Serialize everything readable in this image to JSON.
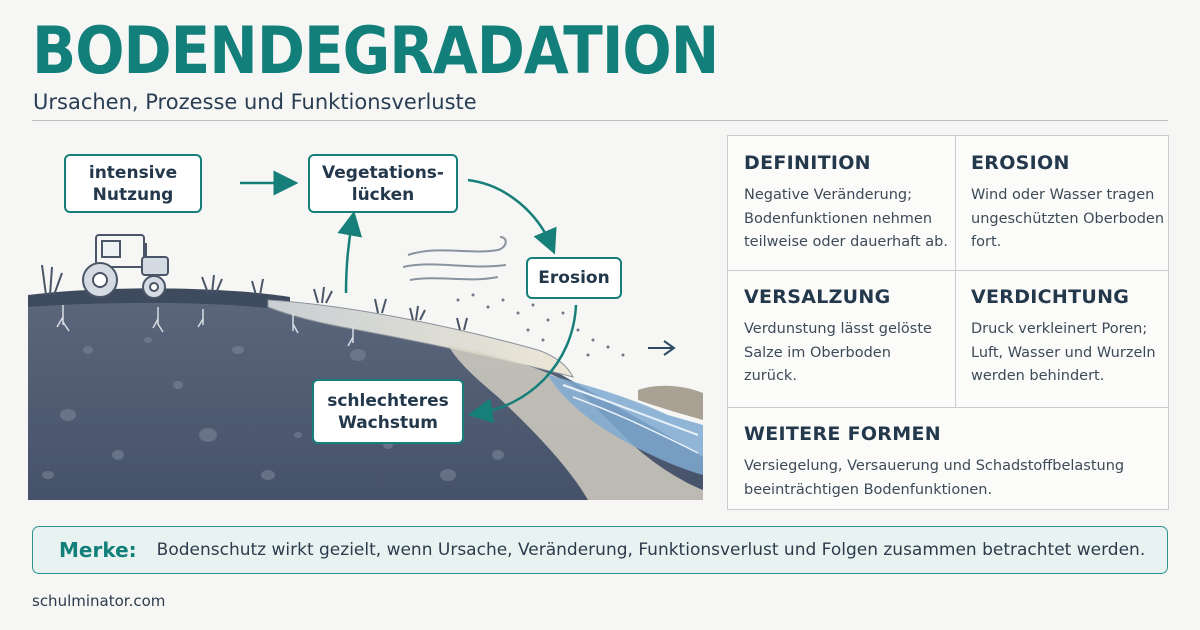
{
  "title": "BODENDEGRADATION",
  "subtitle": "Ursachen, Prozesse und Funktionsverluste",
  "flow": {
    "intensive": [
      "intensive",
      "Nutzung"
    ],
    "vegetation": [
      "Vegetations-",
      "lücken"
    ],
    "erosion": [
      "Erosion"
    ],
    "wachstum": [
      "schlechteres",
      "Wachstum"
    ]
  },
  "cells": {
    "definition": {
      "heading": "DEFINITION",
      "lines": [
        "Negative Veränderung;",
        "Bodenfunktionen nehmen",
        "teilweise oder dauerhaft ab."
      ]
    },
    "erosion": {
      "heading": "EROSION",
      "lines": [
        "Wind oder Wasser tragen",
        "ungeschützten Oberboden",
        "fort."
      ]
    },
    "versalzung": {
      "heading": "VERSALZUNG",
      "lines": [
        "Verdunstung lässt gelöste",
        "Salze im Oberboden",
        "zurück."
      ]
    },
    "verdichtung": {
      "heading": "VERDICHTUNG",
      "lines": [
        "Druck verkleinert Poren;",
        "Luft, Wasser und Wurzeln",
        "werden behindert."
      ]
    },
    "weitere": {
      "heading": "WEITERE FORMEN",
      "lines": [
        "Versiegelung, Versauerung und Schadstoffbelastung",
        "beeinträchtigen Bodenfunktionen."
      ]
    }
  },
  "merke": {
    "label": "Merke:",
    "text": "Bodenschutz wirkt gezielt, wenn Ursache, Veränderung, Funktionsverlust und Folgen zusammen betrachtet werden."
  },
  "footer": "schulminator.com",
  "colors": {
    "accent": "#127f7a",
    "soil": "#4f5b70",
    "water": "#6f9fca"
  }
}
